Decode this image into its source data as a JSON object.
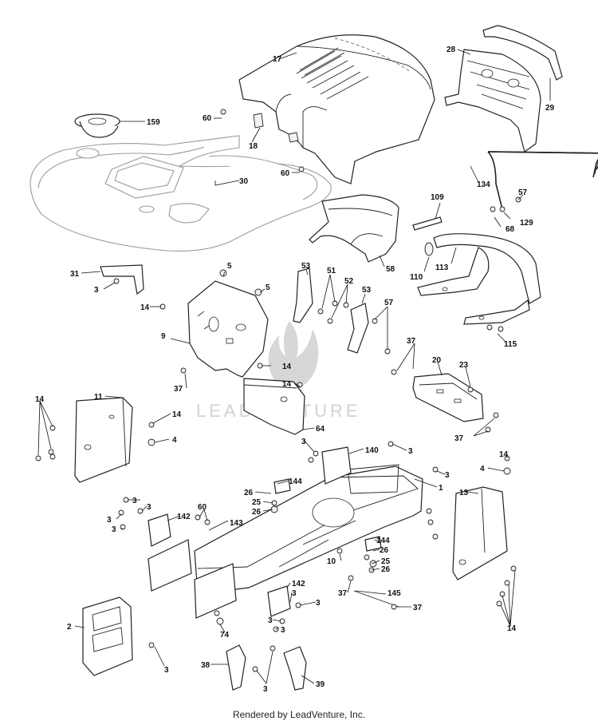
{
  "watermark": {
    "brand": "LEADVENTURE"
  },
  "footer": {
    "credit": "Rendered by LeadVenture, Inc."
  },
  "callouts": [
    {
      "id": "c1",
      "text": "17"
    },
    {
      "id": "c2",
      "text": "28"
    },
    {
      "id": "c3",
      "text": "29"
    },
    {
      "id": "c4",
      "text": "159"
    },
    {
      "id": "c5",
      "text": "60"
    },
    {
      "id": "c6",
      "text": "18"
    },
    {
      "id": "c7",
      "text": "30"
    },
    {
      "id": "c8",
      "text": "60"
    },
    {
      "id": "c9",
      "text": "134"
    },
    {
      "id": "c10",
      "text": "57"
    },
    {
      "id": "c11",
      "text": "129"
    },
    {
      "id": "c12",
      "text": "68"
    },
    {
      "id": "c13",
      "text": "109"
    },
    {
      "id": "c14",
      "text": "58"
    },
    {
      "id": "c15",
      "text": "110"
    },
    {
      "id": "c16",
      "text": "113"
    },
    {
      "id": "c17",
      "text": "115"
    },
    {
      "id": "c18",
      "text": "31"
    },
    {
      "id": "c19",
      "text": "3"
    },
    {
      "id": "c20",
      "text": "5"
    },
    {
      "id": "c21",
      "text": "5"
    },
    {
      "id": "c22",
      "text": "14"
    },
    {
      "id": "c23",
      "text": "9"
    },
    {
      "id": "c24",
      "text": "53"
    },
    {
      "id": "c25",
      "text": "51"
    },
    {
      "id": "c26",
      "text": "52"
    },
    {
      "id": "c27",
      "text": "53"
    },
    {
      "id": "c28",
      "text": "57"
    },
    {
      "id": "c29",
      "text": "14"
    },
    {
      "id": "c30",
      "text": "37"
    },
    {
      "id": "c31",
      "text": "14"
    },
    {
      "id": "c32",
      "text": "37"
    },
    {
      "id": "c33",
      "text": "20"
    },
    {
      "id": "c34",
      "text": "23"
    },
    {
      "id": "c35",
      "text": "37"
    },
    {
      "id": "c36",
      "text": "14"
    },
    {
      "id": "c37",
      "text": "11"
    },
    {
      "id": "c38",
      "text": "14"
    },
    {
      "id": "c39",
      "text": "4"
    },
    {
      "id": "c40",
      "text": "64"
    },
    {
      "id": "c41",
      "text": "3"
    },
    {
      "id": "c42",
      "text": "140"
    },
    {
      "id": "c43",
      "text": "3"
    },
    {
      "id": "c44",
      "text": "3"
    },
    {
      "id": "c45",
      "text": "14"
    },
    {
      "id": "c46",
      "text": "4"
    },
    {
      "id": "c47",
      "text": "1"
    },
    {
      "id": "c48",
      "text": "144"
    },
    {
      "id": "c49",
      "text": "26"
    },
    {
      "id": "c50",
      "text": "25"
    },
    {
      "id": "c51",
      "text": "26"
    },
    {
      "id": "c52",
      "text": "13"
    },
    {
      "id": "c53",
      "text": "3"
    },
    {
      "id": "c54",
      "text": "3"
    },
    {
      "id": "c55",
      "text": "3"
    },
    {
      "id": "c56",
      "text": "60"
    },
    {
      "id": "c57",
      "text": "142"
    },
    {
      "id": "c58",
      "text": "3"
    },
    {
      "id": "c59",
      "text": "143"
    },
    {
      "id": "c60",
      "text": "144"
    },
    {
      "id": "c61",
      "text": "26"
    },
    {
      "id": "c62",
      "text": "25"
    },
    {
      "id": "c63",
      "text": "26"
    },
    {
      "id": "c64",
      "text": "10"
    },
    {
      "id": "c65",
      "text": "142"
    },
    {
      "id": "c66",
      "text": "37"
    },
    {
      "id": "c67",
      "text": "145"
    },
    {
      "id": "c68",
      "text": "37"
    },
    {
      "id": "c69",
      "text": "3"
    },
    {
      "id": "c70",
      "text": "3"
    },
    {
      "id": "c71",
      "text": "3"
    },
    {
      "id": "c72",
      "text": "3"
    },
    {
      "id": "c73",
      "text": "2"
    },
    {
      "id": "c74",
      "text": "74"
    },
    {
      "id": "c75",
      "text": "3"
    },
    {
      "id": "c76",
      "text": "14"
    },
    {
      "id": "c77",
      "text": "38"
    },
    {
      "id": "c78",
      "text": "3"
    },
    {
      "id": "c79",
      "text": "39"
    }
  ]
}
